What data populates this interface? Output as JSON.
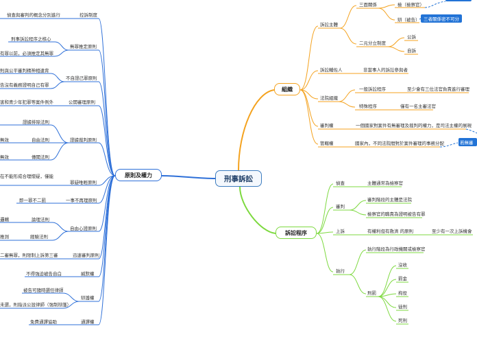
{
  "root": "刑事訴訟",
  "branches": {
    "left": "原則及權力",
    "org": "組織",
    "proc": "訴訟程序"
  },
  "colors": {
    "root": "#3b7bbf",
    "left": "#2d6fd8",
    "org": "#f4a21e",
    "proc": "#7dd93f",
    "callout": "#2273d6"
  },
  "org": {
    "main": {
      "litigant_subject": "訴訟主體",
      "litigant_helper": "訴訟輔佐人",
      "court_org": "法院組織",
      "jurisdiction": "審判權",
      "competence": "管轄權"
    },
    "three_party": "三面關係",
    "prosecutor": "檢（檢察官）",
    "defendant": "辯（被告）",
    "callout": "三者關係密不可分",
    "dual": "二元分立制度",
    "public_prosecution": "公訴",
    "private_prosecution": "自訴",
    "helper_desc": "非當事人的訴訟參與者",
    "general_proc": "一般訴訟程序",
    "general_desc": "至少會有三位法官負責進行審理",
    "special_proc": "特殊程序",
    "special_desc": "僅有一名主審法官",
    "jurisdiction_desc": "一個國家對案件有無審理及裁判的權力，是司法主權的展現",
    "competence_desc": "國家內，不同法院間對於案件審理的事務分配",
    "callout_right": "若無審"
  },
  "proc": {
    "investigation": "偵查",
    "investigation_desc": "主體通常為檢察官",
    "trial": "審判",
    "trial_desc1": "審判階段的主體是法院",
    "trial_desc2": "檢察官的職責為證明被告有罪",
    "appeal": "上訴",
    "appeal_desc": "有權利但有救濟 的原則",
    "appeal_desc2": "至少有一次上訴機會",
    "execution": "執行",
    "execution_desc": "執行階段為行政機關或檢察官",
    "penalty": "刑罰",
    "penalties": [
      "沒收",
      "罰金",
      "拘役",
      "徒刑",
      "死刑"
    ]
  },
  "principles": {
    "items": [
      {
        "label": "控訴制度",
        "children": [
          "偵查與審判的概念分別進行"
        ]
      },
      {
        "label": "無罪推定原則",
        "children": [
          "刑事訴訟程序之核心",
          "有罪以前，必須推定其無罪"
        ]
      },
      {
        "label": "不自證己罪原則",
        "children": [
          "則與公平審判精神相違背",
          "告沒有義務證明自己有罪"
        ]
      },
      {
        "label": "公開審理原則",
        "children": [
          "害和青少年犯罪等案件例外"
        ]
      },
      {
        "label": "證據裁判原則",
        "children": [
          "證據排除法則",
          "自由法則",
          "傳聞法則"
        ],
        "grand": [
          "",
          "無效",
          "無效"
        ]
      },
      {
        "label": "罪疑唯輕原則",
        "children": [
          "在不能形成合理懷疑，僅能"
        ]
      },
      {
        "label": "一事不再理原則",
        "children": [
          "即一罪不二罰"
        ]
      },
      {
        "label": "自由心證原則",
        "children": [
          "論理法則",
          "經驗法則"
        ],
        "grand": [
          "邏輯",
          "推測"
        ]
      },
      {
        "label": "迅速審判原則",
        "children": [
          "二審無罪，則限制上訴第三審"
        ]
      },
      {
        "label": "緘默權",
        "children": [
          "不得強迫被告自白"
        ]
      },
      {
        "label": "辯護權",
        "children": [
          "被告可隨時選任律師",
          "未選，則指派公設律師（強制辯護）"
        ]
      },
      {
        "label": "通譯權",
        "children": [
          "免費通譯協助"
        ]
      }
    ]
  }
}
